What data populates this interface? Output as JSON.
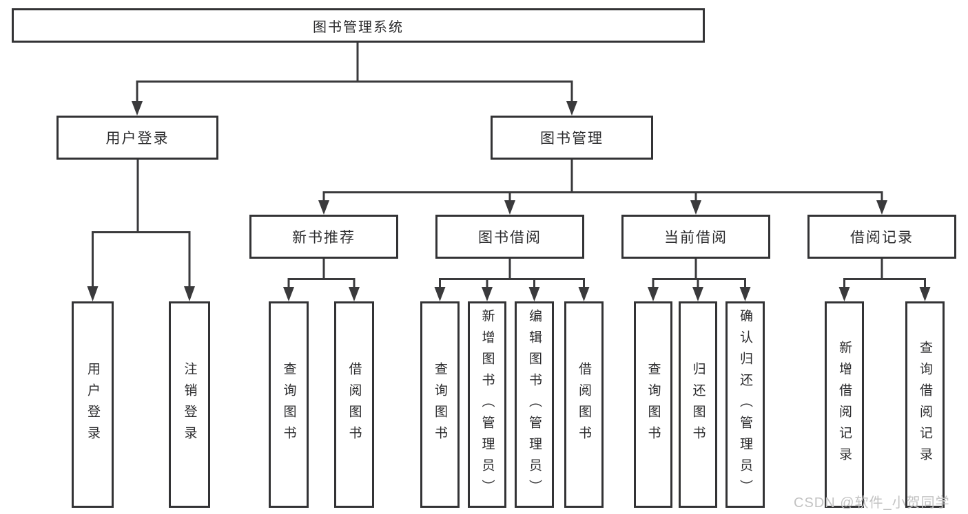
{
  "diagram_type": "hierarchy-tree",
  "tree": {
    "label": "图书管理系统",
    "children": [
      {
        "label": "用户登录",
        "children": [
          {
            "label": "用户登录"
          },
          {
            "label": "注销登录"
          }
        ]
      },
      {
        "label": "图书管理",
        "children": [
          {
            "label": "新书推荐",
            "children": [
              {
                "label": "查询图书"
              },
              {
                "label": "借阅图书"
              }
            ]
          },
          {
            "label": "图书借阅",
            "children": [
              {
                "label": "查询图书"
              },
              {
                "label": "新增图书（管理员）"
              },
              {
                "label": "编辑图书（管理员）"
              },
              {
                "label": "借阅图书"
              }
            ]
          },
          {
            "label": "当前借阅",
            "children": [
              {
                "label": "查询图书"
              },
              {
                "label": "归还图书"
              },
              {
                "label": "确认归还（管理员）"
              }
            ]
          },
          {
            "label": "借阅记录",
            "children": [
              {
                "label": "新增借阅记录"
              },
              {
                "label": "查询借阅记录"
              }
            ]
          }
        ]
      }
    ]
  },
  "watermark": {
    "text": "CSDN @软件_小贺同学"
  },
  "colors": {
    "line": "#3a3a3c",
    "box_border": "#333335",
    "box_fill": "#ffffff",
    "text": "#2c2c2e",
    "background": "#ffffff",
    "watermark_text": "#c3c3c3"
  }
}
